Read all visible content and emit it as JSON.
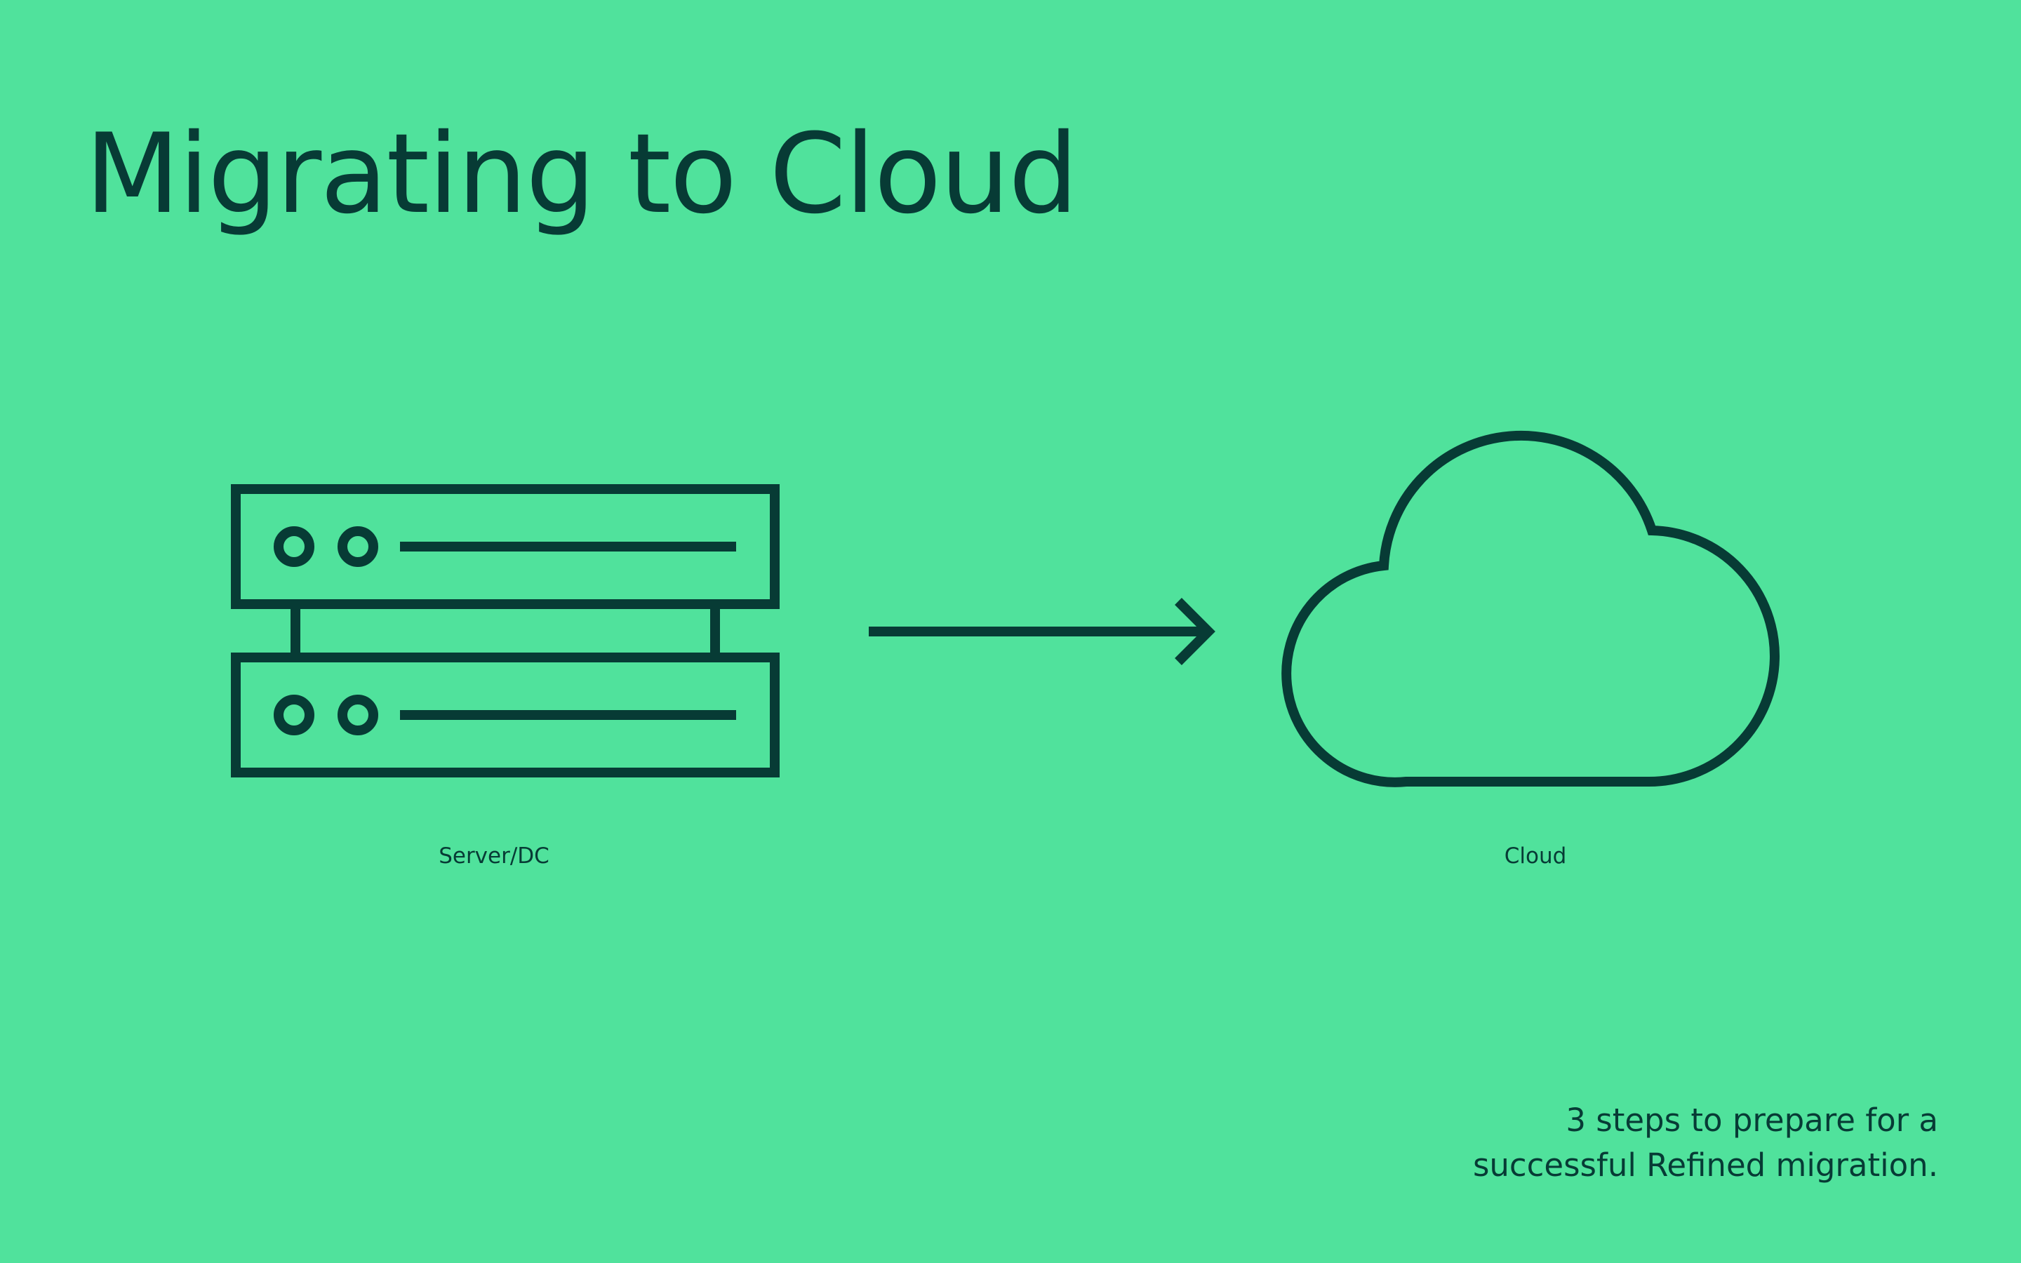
{
  "slide": {
    "title": "Migrating to Cloud",
    "background": "#50e29c",
    "ink": "#073b35"
  },
  "diagram": {
    "source": {
      "label": "Server/DC",
      "icon": "server-rack-icon"
    },
    "connector": {
      "icon": "arrow-right-icon"
    },
    "target": {
      "label": "Cloud",
      "icon": "cloud-icon"
    }
  },
  "footer": {
    "line1": "3 steps to prepare for a",
    "line2": "successful Refined migration."
  }
}
